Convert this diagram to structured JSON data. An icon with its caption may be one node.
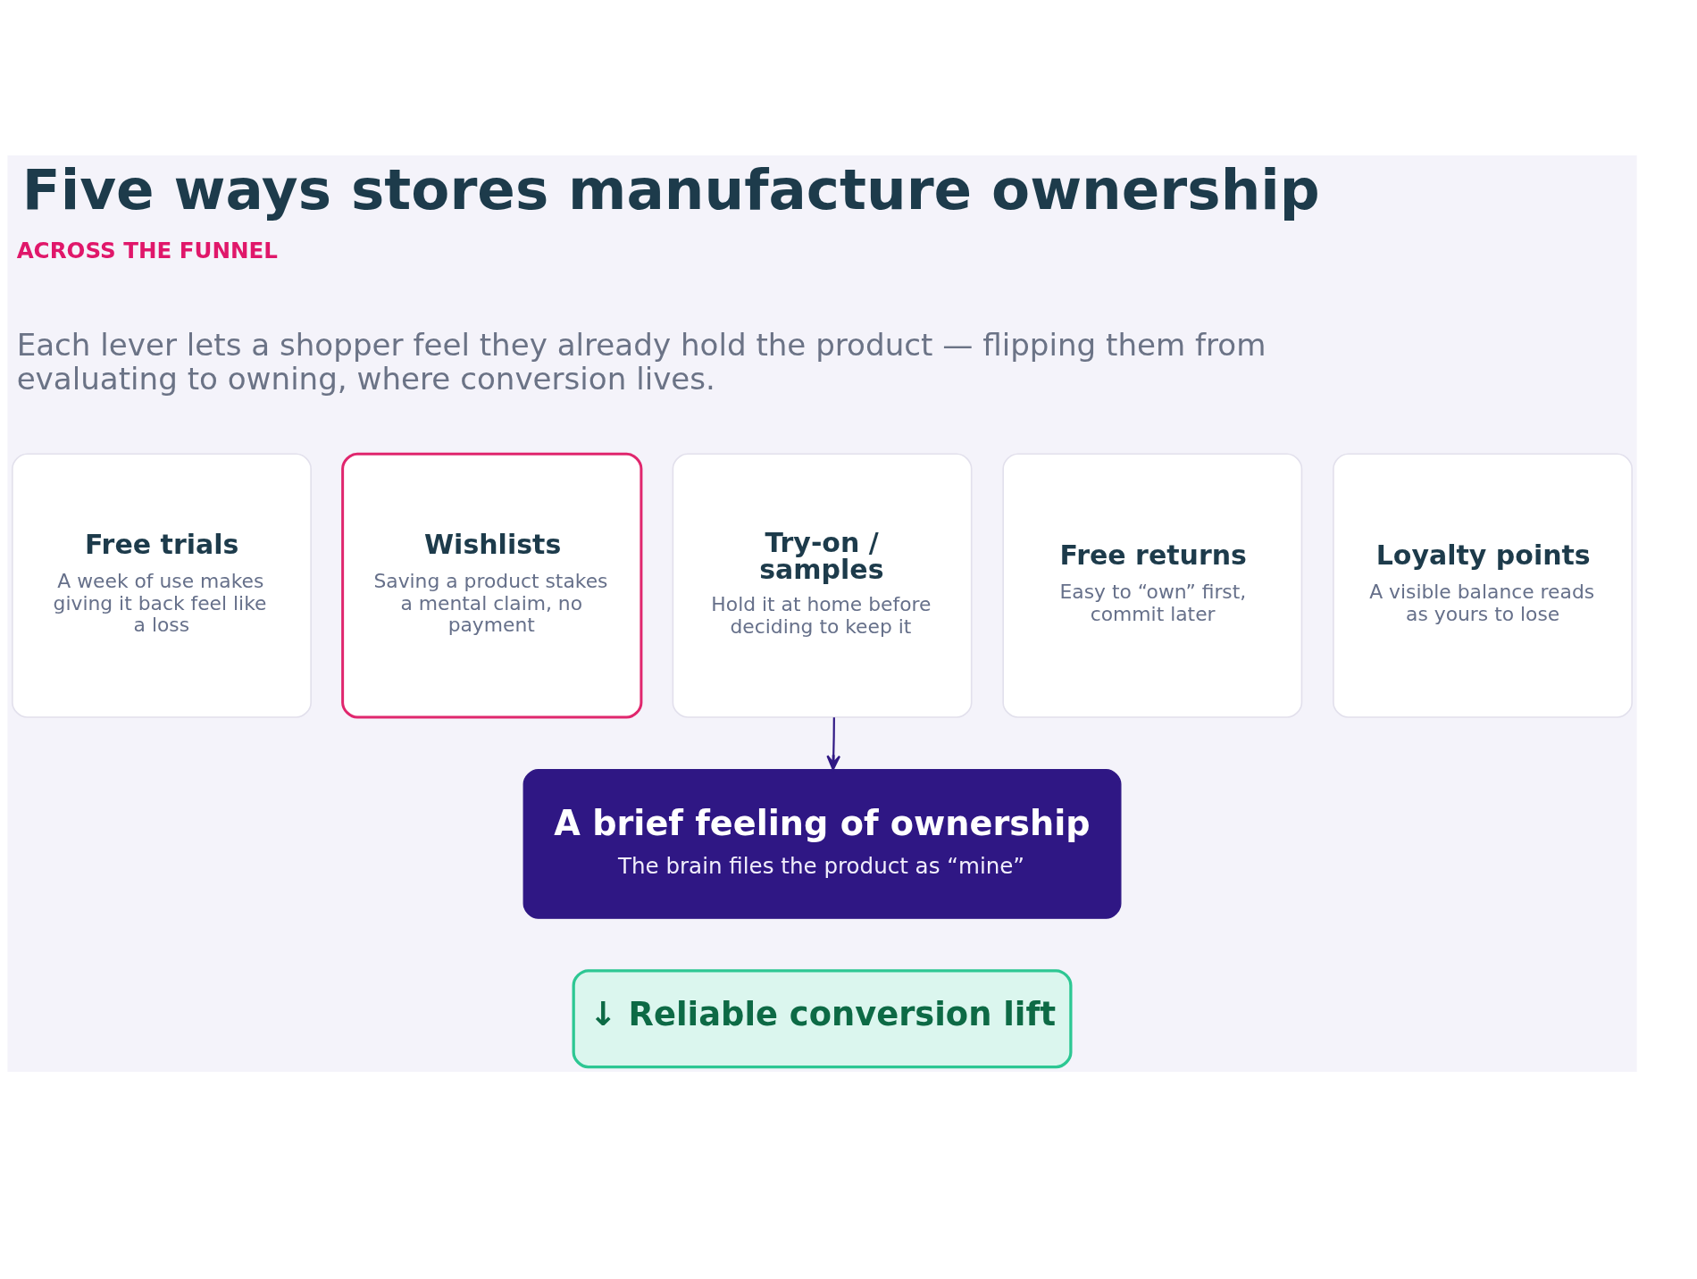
{
  "diagram": {
    "title": "Five ways stores manufacture ownership",
    "nodes": [
      {
        "text": [
          "Free trials",
          "A week of use makes giving it back feel like a loss"
        ]
      },
      {
        "text": [
          "Wishlists",
          "Saving a product stakes a mental claim, no payment"
        ]
      },
      {
        "text": [
          "Try-on / samples",
          "Hold it at home before deciding to keep it"
        ]
      },
      {
        "text": [
          "Free returns",
          "Easy to “own” first, commit later"
        ]
      },
      {
        "text": [
          "Loyalty points",
          "A visible balance reads as yours to lose"
        ]
      },
      {
        "text": [
          "A brief feeling of ownership",
          "The brain files the product as “mine”"
        ]
      },
      {
        "text": [
          "↓ Reliable conversion lift"
        ]
      }
    ],
    "edges": [
      {
        "from": 2,
        "to": 5,
        "arrow": "to"
      }
    ],
    "labels": [
      "ACROSS THE FUNNEL",
      "Each lever lets a shopper feel they already hold the product — flipping them from evaluating to owning, where conversion lives."
    ]
  }
}
